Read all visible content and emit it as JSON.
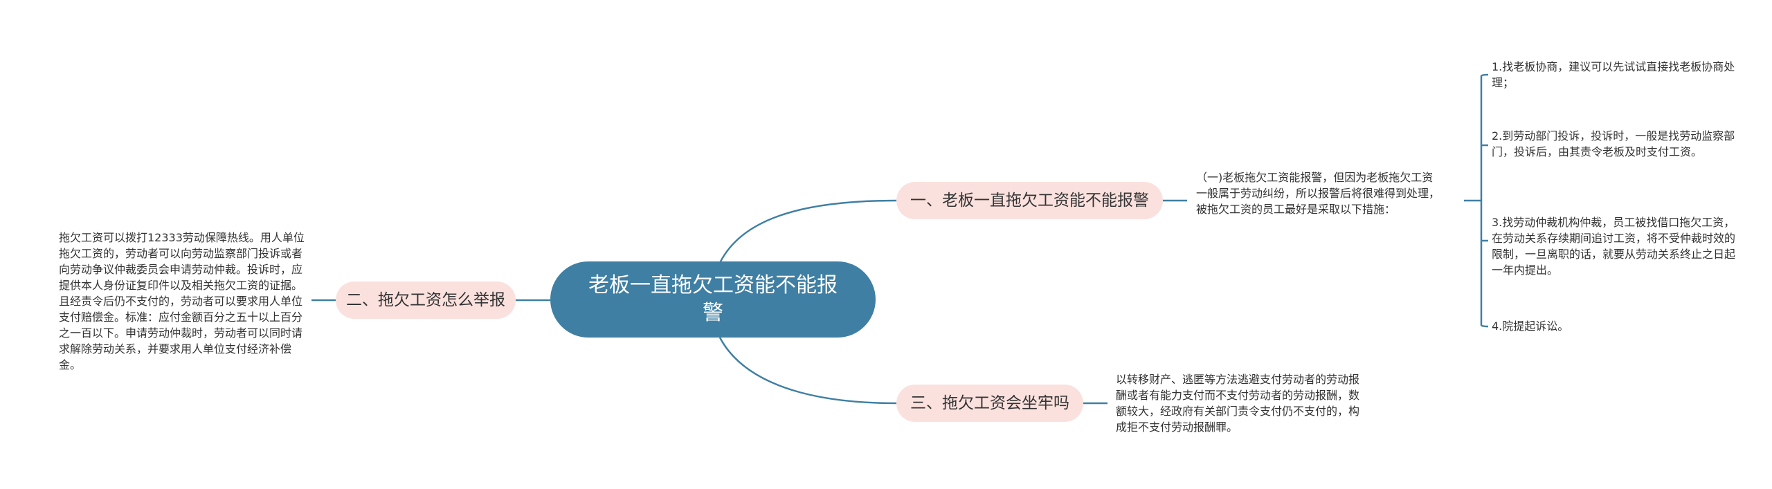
{
  "root": {
    "title": "老板一直拖欠工资能不能报警"
  },
  "branches": [
    {
      "label": "一、老板一直拖欠工资能不能报警"
    },
    {
      "label": "二、拖欠工资怎么举报"
    },
    {
      "label": "三、拖欠工资会坐牢吗"
    }
  ],
  "details": {
    "b1_intro": "（一)老板拖欠工资能报警，但因为老板拖欠工资一般属于劳动纠纷，所以报警后将很难得到处理，被拖欠工资的员工最好是采取以下措施：",
    "b1_items": [
      "1.找老板协商，建议可以先试试直接找老板协商处理；",
      "2.到劳动部门投诉，投诉时，一般是找劳动监察部门，投诉后，由其责令老板及时支付工资。",
      "3.找劳动仲裁机构仲裁，员工被找借口拖欠工资，在劳动关系存续期间追讨工资，将不受仲裁时效的限制，一旦离职的话，就要从劳动关系终止之日起一年内提出。",
      "4.院提起诉讼。"
    ],
    "b2_text": "拖欠工资可以拨打12333劳动保障热线。用人单位拖欠工资的，劳动者可以向劳动监察部门投诉或者向劳动争议仲裁委员会申请劳动仲裁。投诉时，应提供本人身份证复印件以及相关拖欠工资的证据。且经责令后仍不支付的，劳动者可以要求用人单位支付赔偿金。标准：应付金额百分之五十以上百分之一百以下。申请劳动仲裁时，劳动者可以同时请求解除劳动关系，并要求用人单位支付经济补偿金。",
    "b3_text": "以转移财产、逃匿等方法逃避支付劳动者的劳动报酬或者有能力支付而不支付劳动者的劳动报酬，数额较大，经政府有关部门责令支付仍不支付的，构成拒不支付劳动报酬罪。"
  },
  "colors": {
    "root": "#3f7fa3",
    "branch_bg": "#fbe1de",
    "line": "#3f7fa3"
  }
}
